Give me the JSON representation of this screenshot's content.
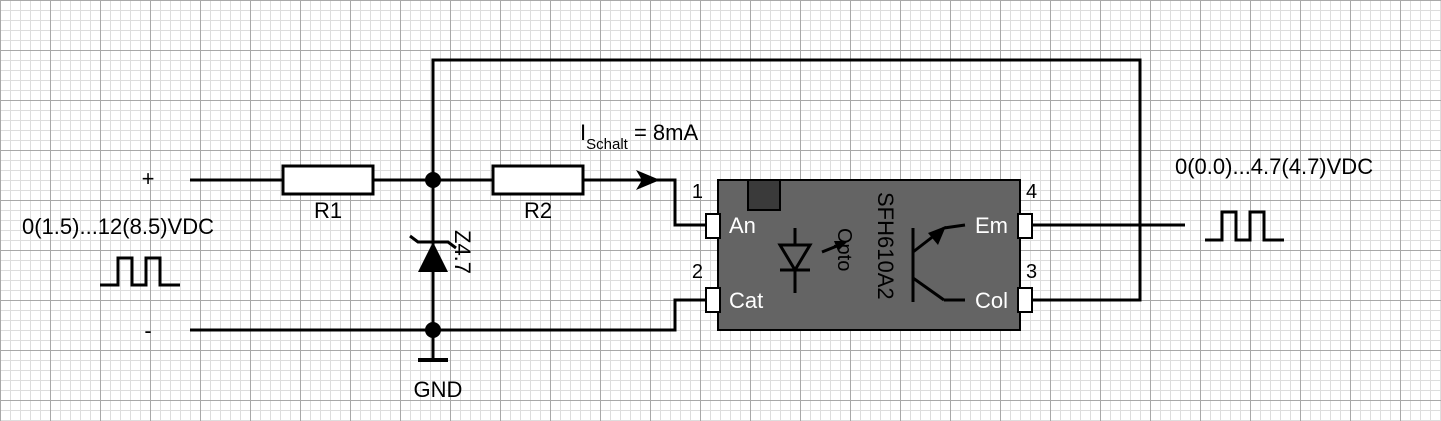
{
  "input": {
    "plus_label": "+",
    "minus_label": "-",
    "voltage_label": "0(1.5)...12(8.5)VDC"
  },
  "output": {
    "voltage_label": "0(0.0)...4.7(4.7)VDC"
  },
  "components": {
    "r1_label": "R1",
    "r2_label": "R2",
    "zener_label": "Z4.7",
    "gnd_label": "GND",
    "current_label_main": "I",
    "current_label_sub": "Schalt",
    "current_label_value": " = 8mA"
  },
  "opto": {
    "part_name": "SFH610A2",
    "type_label": "Opto",
    "pin_an": "An",
    "pin_cat": "Cat",
    "pin_em": "Em",
    "pin_col": "Col",
    "pin_num_1": "1",
    "pin_num_2": "2",
    "pin_num_3": "3",
    "pin_num_4": "4",
    "body_color": "#646464"
  }
}
